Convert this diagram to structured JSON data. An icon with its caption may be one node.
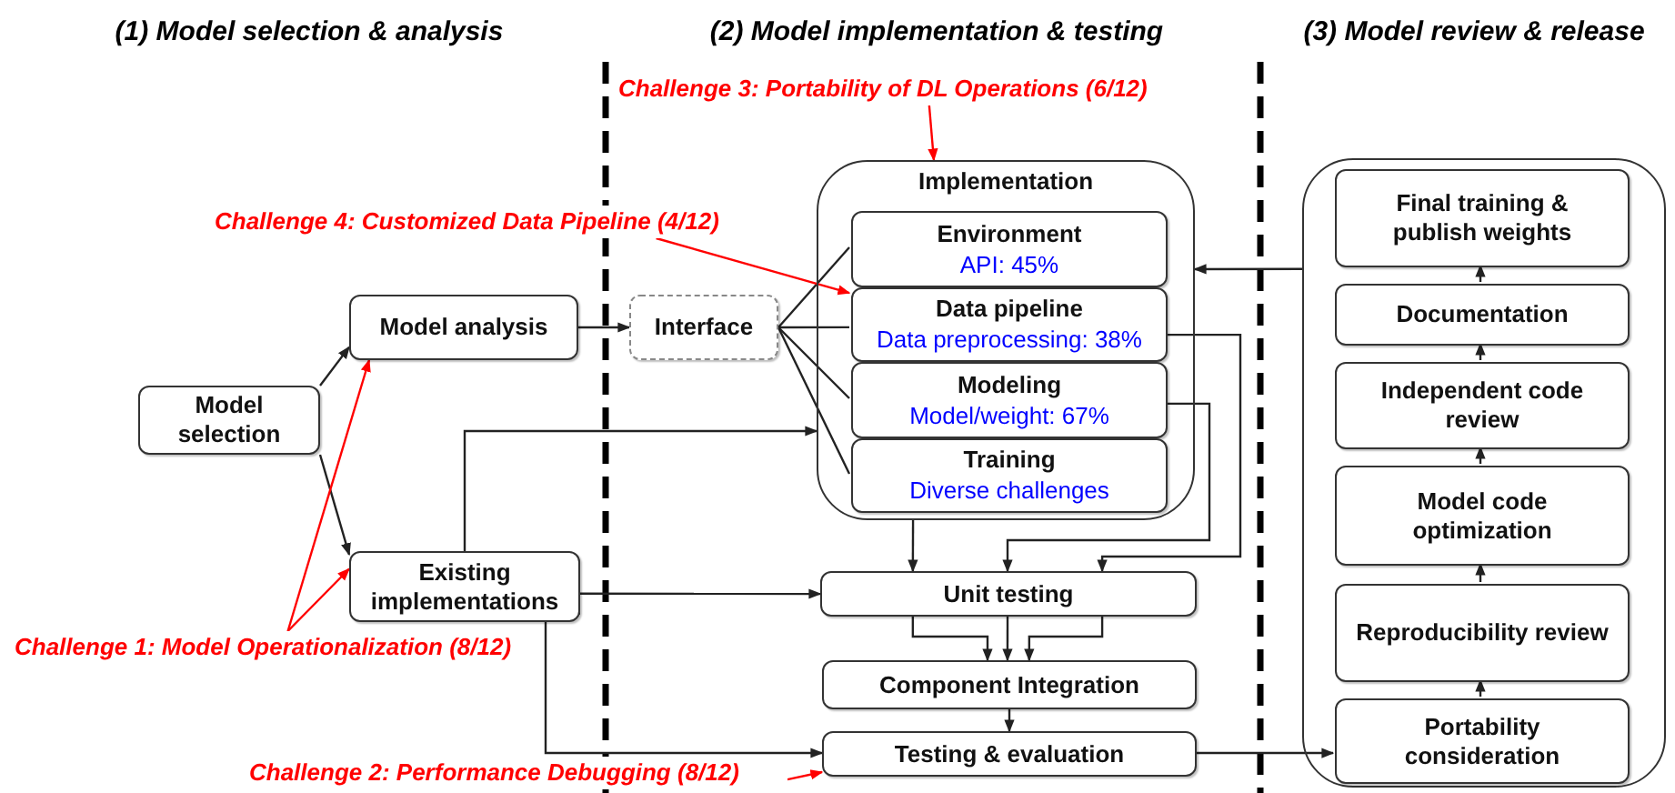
{
  "diagram": {
    "nodes": [
      {
        "text": [
          "Model selection"
        ]
      },
      {
        "text": [
          "Model analysis"
        ]
      },
      {
        "text": [
          "Existing implementations"
        ]
      },
      {
        "text": [
          "Interface"
        ]
      },
      {
        "text": [
          "Implementation"
        ]
      },
      {
        "text": [
          "Environment",
          "API: 45%"
        ],
        "in": 4
      },
      {
        "text": [
          "Data pipeline",
          "Data preprocessing: 38%"
        ],
        "in": 4
      },
      {
        "text": [
          "Modeling",
          "Model/weight: 67%"
        ],
        "in": 4
      },
      {
        "text": [
          "Training",
          "Diverse challenges"
        ],
        "in": 4
      },
      {
        "text": [
          "Unit testing"
        ]
      },
      {
        "text": [
          "Component Integration"
        ]
      },
      {
        "text": [
          "Testing & evaluation"
        ]
      },
      {
        "text": [],
        "shape": "box"
      },
      {
        "text": [
          "Final training & publish weights"
        ],
        "in": 12
      },
      {
        "text": [
          "Documentation"
        ],
        "in": 12
      },
      {
        "text": [
          "Independent code review"
        ],
        "in": 12
      },
      {
        "text": [
          "Model code optimization"
        ],
        "in": 12
      },
      {
        "text": [
          "Reproducibility review"
        ],
        "in": 12
      },
      {
        "text": [
          "Portability consideration"
        ],
        "in": 12
      },
      {
        "text": [
          "Challenge 3: Portability of DL Operations (6/12)"
        ]
      },
      {
        "text": [
          "Challenge 4: Customized Data Pipeline (4/12)"
        ]
      },
      {
        "text": [
          "Challenge 1: Model Operationalization (8/12)"
        ]
      },
      {
        "text": [
          "Challenge 2: Performance Debugging (8/12)"
        ]
      }
    ],
    "edges": [
      {
        "from": 0,
        "to": 1,
        "arrow": "to"
      },
      {
        "from": 0,
        "to": 2,
        "arrow": "to"
      },
      {
        "from": 1,
        "to": 3,
        "arrow": "to"
      },
      {
        "from": 3,
        "to": 5,
        "arrow": "none"
      },
      {
        "from": 3,
        "to": 6,
        "arrow": "none"
      },
      {
        "from": 3,
        "to": 7,
        "arrow": "none"
      },
      {
        "from": 3,
        "to": 8,
        "arrow": "none"
      },
      {
        "from": 2,
        "to": 4,
        "arrow": "to"
      },
      {
        "from": 2,
        "to": 9,
        "arrow": "to"
      },
      {
        "from": 2,
        "to": 11,
        "arrow": "to"
      },
      {
        "from": 4,
        "to": 9,
        "arrow": "to"
      },
      {
        "from": 6,
        "to": 9,
        "arrow": "to"
      },
      {
        "from": 7,
        "to": 9,
        "arrow": "to"
      },
      {
        "from": 9,
        "to": 10,
        "arrow": "to"
      },
      {
        "from": 9,
        "to": 10,
        "arrow": "to"
      },
      {
        "from": 9,
        "to": 10,
        "arrow": "to"
      },
      {
        "from": 10,
        "to": 11,
        "arrow": "to"
      },
      {
        "from": 11,
        "to": 18,
        "arrow": "to"
      },
      {
        "from": 12,
        "to": 4,
        "arrow": "to"
      },
      {
        "from": 18,
        "to": 17,
        "arrow": "to"
      },
      {
        "from": 17,
        "to": 16,
        "arrow": "to"
      },
      {
        "from": 16,
        "to": 15,
        "arrow": "to"
      },
      {
        "from": 15,
        "to": 14,
        "arrow": "to"
      },
      {
        "from": 14,
        "to": 13,
        "arrow": "to"
      },
      {
        "from": 19,
        "to": 4,
        "arrow": "to",
        "color": "#ff0000"
      },
      {
        "from": 20,
        "to": 6,
        "arrow": "to",
        "color": "#ff0000"
      },
      {
        "from": 21,
        "to": 1,
        "arrow": "to",
        "color": "#ff0000"
      },
      {
        "from": 21,
        "to": 2,
        "arrow": "to",
        "color": "#ff0000"
      },
      {
        "from": 22,
        "to": 11,
        "arrow": "to",
        "color": "#ff0000"
      }
    ],
    "labels": [
      "(1) Model selection & analysis",
      "(2) Model implementation & testing",
      "(3) Model review & release"
    ]
  }
}
